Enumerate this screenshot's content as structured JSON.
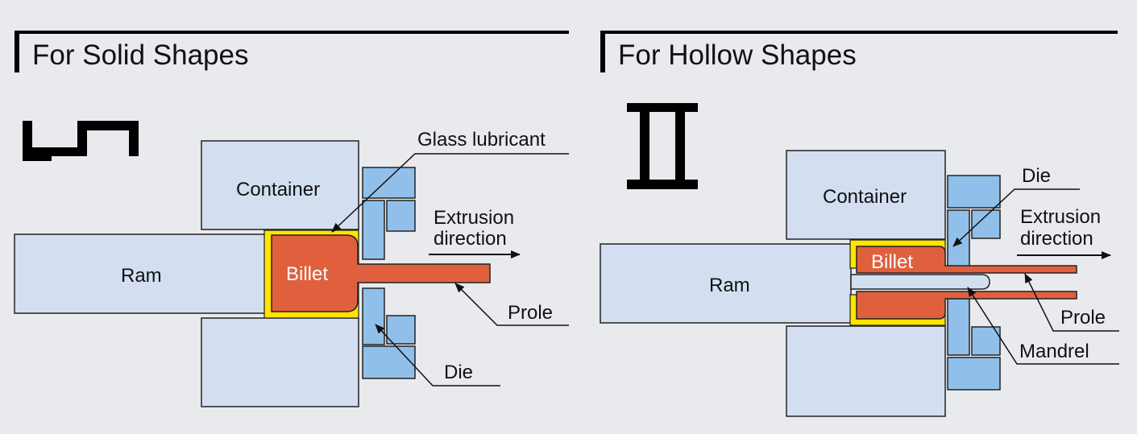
{
  "colors": {
    "background": "#e9eaee",
    "container": "#d3dff1",
    "ram": "#d3dff1",
    "die": "#90c0ea",
    "billet": "#e0603e",
    "lubricant": "#ffe400",
    "outline": "#222222",
    "shape_icon": "#000000"
  },
  "solid": {
    "title": "For Solid Shapes",
    "shape_icon": "channel-shape-icon",
    "labels": {
      "glass_lubricant": "Glass lubricant",
      "container": "Container",
      "extrusion_line1": "Extrusion",
      "extrusion_line2": "direction",
      "ram": "Ram",
      "billet": "Billet",
      "prole": "Prole",
      "die": "Die"
    }
  },
  "hollow": {
    "title": "For Hollow Shapes",
    "shape_icon": "i-beam-shape-icon",
    "labels": {
      "die": "Die",
      "container": "Container",
      "extrusion_line1": "Extrusion",
      "extrusion_line2": "direction",
      "billet": "Billet",
      "ram": "Ram",
      "prole": "Prole",
      "mandrel": "Mandrel"
    }
  }
}
